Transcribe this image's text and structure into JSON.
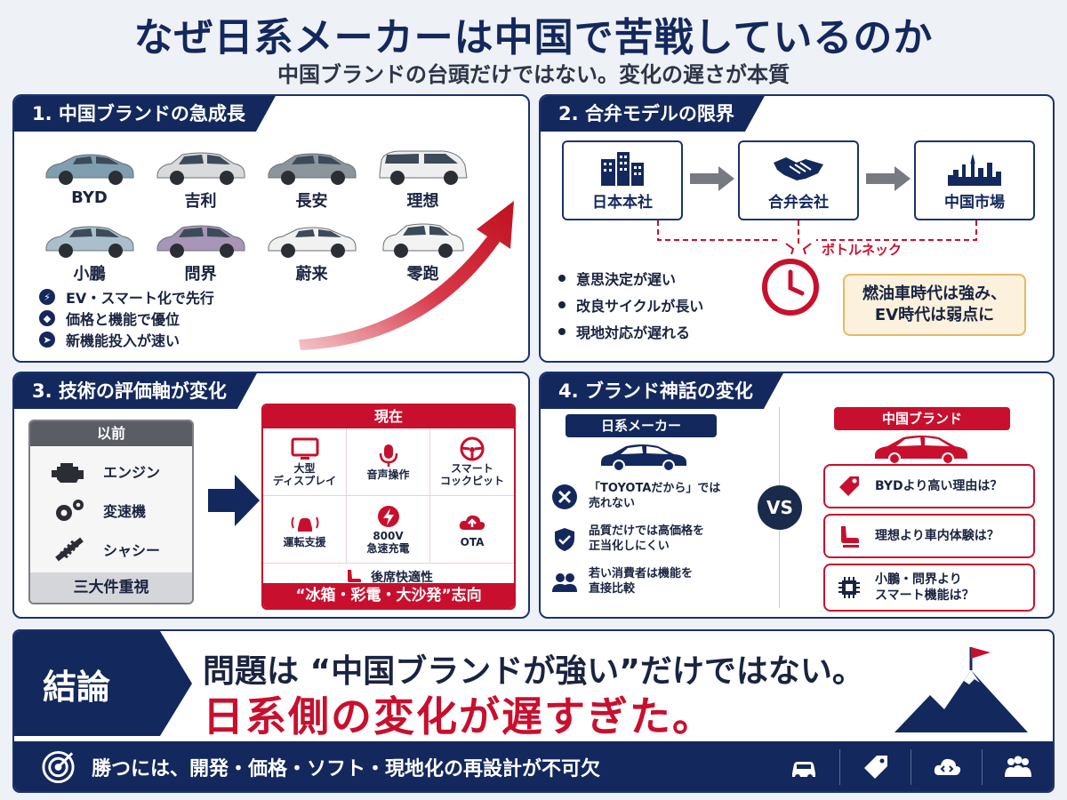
{
  "header": {
    "title": "なぜ日系メーカーは中国で苦戦しているのか",
    "subtitle": "中国ブランドの台頭だけではない。変化の遅さが本質"
  },
  "panel1": {
    "heading": "1. 中国ブランドの急成長",
    "brands": [
      {
        "name": "BYD",
        "color": "#7f9fb0"
      },
      {
        "name": "吉利",
        "color": "#d9dadc"
      },
      {
        "name": "長安",
        "color": "#8d959c"
      },
      {
        "name": "理想",
        "color": "#eeeeee"
      },
      {
        "name": "小鵬",
        "color": "#a9c0cc"
      },
      {
        "name": "問界",
        "color": "#a796b8"
      },
      {
        "name": "蔚来",
        "color": "#f1f1f1"
      },
      {
        "name": "零跑",
        "color": "#f3f3f3"
      }
    ],
    "features": [
      "EV・スマート化で先行",
      "価格と機能で優位",
      "新機能投入が速い"
    ]
  },
  "panel2": {
    "heading": "2. 合弁モデルの限界",
    "flow": [
      "日本本社",
      "合弁会社",
      "中国市場"
    ],
    "bottleneck": "ボトルネック",
    "bullets": [
      "意思決定が遅い",
      "改良サイクルが長い",
      "現地対応が遅れる"
    ],
    "note_line1": "燃油車時代は強み、",
    "note_line2": "EV時代は弱点に"
  },
  "panel3": {
    "heading": "3. 技術の評価軸が変化",
    "before_title": "以前",
    "before_items": [
      "エンジン",
      "変速機",
      "シャシー"
    ],
    "before_footer": "三大件重視",
    "now_title": "現在",
    "now_items": [
      {
        "line1": "大型",
        "line2": "ディスプレイ"
      },
      {
        "line1": "音声操作",
        "line2": ""
      },
      {
        "line1": "スマート",
        "line2": "コックピット"
      },
      {
        "line1": "運転支援",
        "line2": ""
      },
      {
        "line1": "800V",
        "line2": "急速充電"
      },
      {
        "line1": "OTA",
        "line2": ""
      }
    ],
    "now_seat": "後席快適性",
    "now_footer": "“冰箱・彩電・大沙発”志向"
  },
  "panel4": {
    "heading": "4. ブランド神話の変化",
    "japan_label": "日系メーカー",
    "china_label": "中国ブランド",
    "vs": "VS",
    "japan_points": [
      {
        "line1": "「TOYOTAだから」では",
        "line2": "売れない"
      },
      {
        "line1": "品質だけでは高価格を",
        "line2": "正当化しにくい"
      },
      {
        "line1": "若い消費者は機能を",
        "line2": "直接比較"
      }
    ],
    "china_points": [
      {
        "line1": "BYDより高い理由は？",
        "line2": ""
      },
      {
        "line1": "理想より車内体験は？",
        "line2": ""
      },
      {
        "line1": "小鵬・問界より",
        "line2": "スマート機能は？"
      }
    ]
  },
  "conclusion": {
    "tag": "結論",
    "line1": "問題は “中国ブランドが強い”だけではない。",
    "line2": "日系側の変化が遅すぎた。",
    "bottom": "勝つには、開発・価格・ソフト・現地化の再設計が不可欠"
  },
  "colors": {
    "navy": "#13285c",
    "red": "#c8102e",
    "note_bg": "#fbf1dc"
  }
}
